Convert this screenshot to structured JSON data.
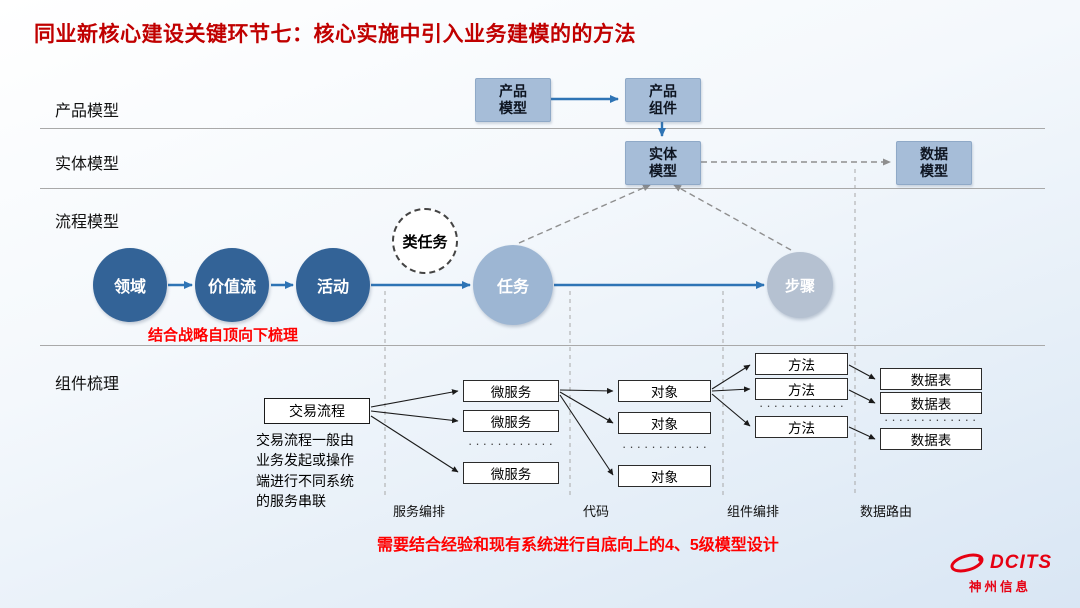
{
  "title": "同业新核心建设关键环节七：核心实施中引入业务建模的的方法",
  "row_labels": [
    "产品模型",
    "实体模型",
    "流程模型",
    "组件梳理"
  ],
  "product_row": {
    "product_model": "产品模型",
    "product_component": "产品组件"
  },
  "entity_row": {
    "entity_model": "实体模型",
    "data_model": "数据模型"
  },
  "process_row": {
    "circles": [
      "领域",
      "价值流",
      "活动",
      "任务",
      "步骤"
    ],
    "class_task": "类任务",
    "note": "结合战略自顶向下梳理"
  },
  "component_row": {
    "trade_flow": "交易流程",
    "trade_note": "交易流程一般由业务发起或操作端进行不同系统的服务串联",
    "microservice": "微服务",
    "object": "对象",
    "method": "方法",
    "data_table": "数据表",
    "ellipsis": "····················",
    "lanes": [
      "服务编排",
      "代码",
      "组件编排",
      "数据路由"
    ]
  },
  "bottom_note": "需要结合经验和现有系统进行自底向上的4、5级模型设计",
  "logo": {
    "brand": "DCITS",
    "company": "神州信息"
  },
  "colors": {
    "title_red": "#C00000",
    "note_red": "#FF0000",
    "box_blue": "#A6BDD8",
    "box_border": "#8FA9C7",
    "circle_dark": "#336397",
    "circle_mid": "#9DB6D3",
    "circle_light": "#B5C1D1",
    "arrow_blue": "#2E74B5",
    "brand_red": "#E60012"
  }
}
